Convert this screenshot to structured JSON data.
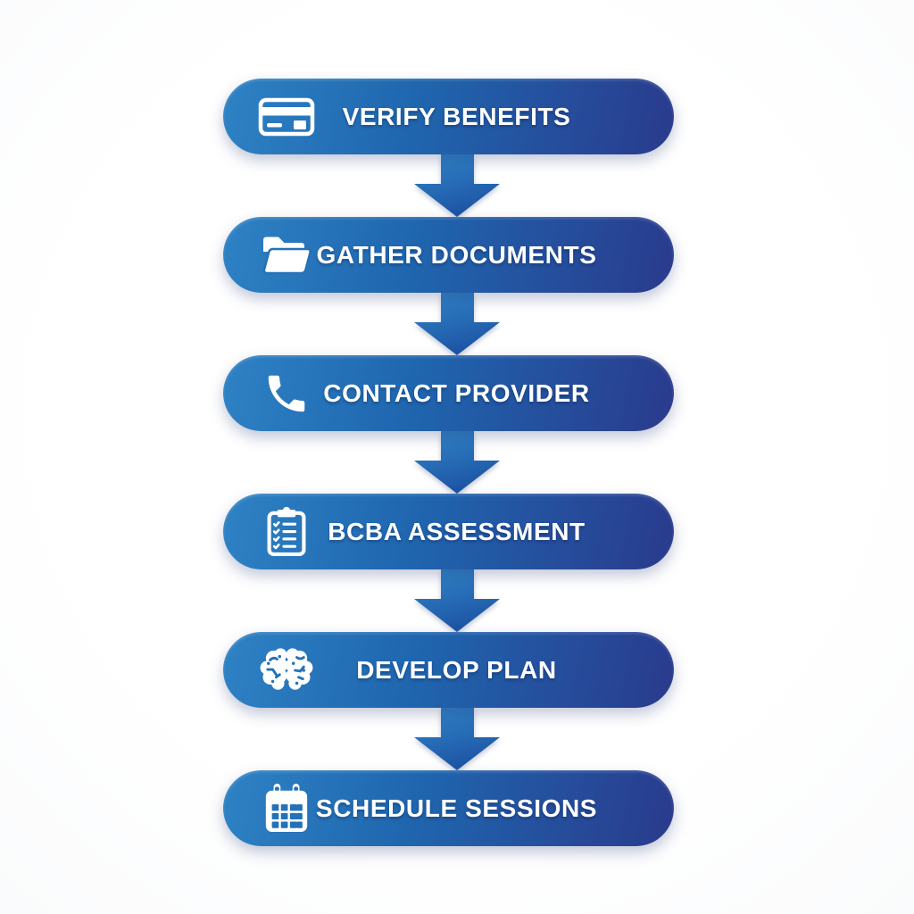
{
  "flow": {
    "steps": [
      {
        "label": "VERIFY BENEFITS",
        "icon": "credit-card"
      },
      {
        "label": "GATHER DOCUMENTS",
        "icon": "open-folder"
      },
      {
        "label": "CONTACT PROVIDER",
        "icon": "phone-handset"
      },
      {
        "label": "BCBA ASSESSMENT",
        "icon": "clipboard-checklist"
      },
      {
        "label": "DEVELOP PLAN",
        "icon": "brain"
      },
      {
        "label": "SCHEDULE SESSIONS",
        "icon": "calendar"
      }
    ],
    "connector": {
      "type": "down-arrow",
      "count": 5
    },
    "colors": {
      "pill_gradient_start": "#2e82c4",
      "pill_gradient_mid": "#1f66af",
      "pill_gradient_end": "#2a3a8c",
      "arrow_gradient_start": "#3287c9",
      "arrow_gradient_end": "#1d55a5",
      "icon_detail": "#2471b8",
      "text": "#ffffff",
      "background": "#ffffff"
    }
  }
}
